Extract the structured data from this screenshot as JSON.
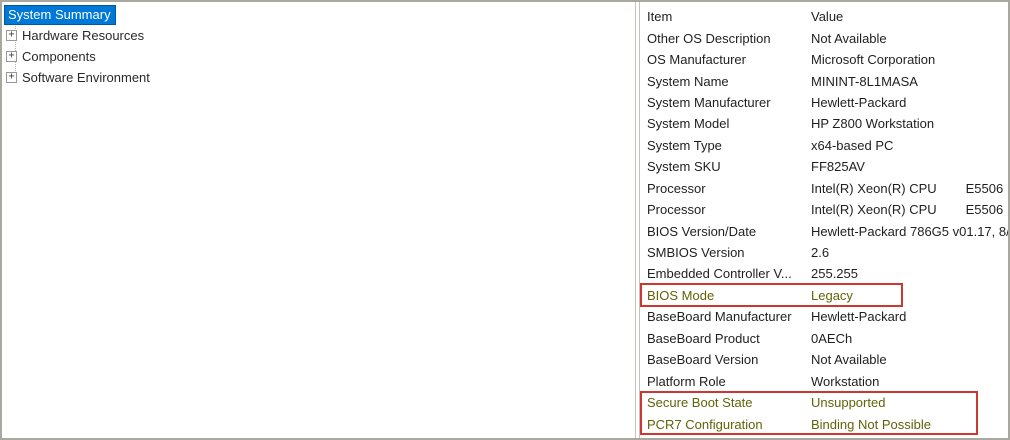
{
  "tree": {
    "expand_glyph": "+",
    "items": [
      {
        "label": "System Summary",
        "selected": true
      },
      {
        "label": "Hardware Resources",
        "selected": false
      },
      {
        "label": "Components",
        "selected": false
      },
      {
        "label": "Software Environment",
        "selected": false
      }
    ]
  },
  "table": {
    "columns": {
      "item": "Item",
      "value": "Value"
    },
    "rows": [
      {
        "item": "Other OS Description",
        "value": "Not Available"
      },
      {
        "item": "OS Manufacturer",
        "value": "Microsoft Corporation"
      },
      {
        "item": "System Name",
        "value": "MININT-8L1MASA"
      },
      {
        "item": "System Manufacturer",
        "value": "Hewlett-Packard"
      },
      {
        "item": "System Model",
        "value": "HP Z800 Workstation"
      },
      {
        "item": "System Type",
        "value": "x64-based PC"
      },
      {
        "item": "System SKU",
        "value": "FF825AV"
      },
      {
        "item": "Processor",
        "value": "Intel(R) Xeon(R) CPU        E5506"
      },
      {
        "item": "Processor",
        "value": "Intel(R) Xeon(R) CPU        E5506"
      },
      {
        "item": "BIOS Version/Date",
        "value": "Hewlett-Packard 786G5 v01.17, 8/"
      },
      {
        "item": "SMBIOS Version",
        "value": "2.6"
      },
      {
        "item": "Embedded Controller V...",
        "value": "255.255"
      },
      {
        "item": "BIOS Mode",
        "value": "Legacy",
        "annotated": true
      },
      {
        "item": "BaseBoard Manufacturer",
        "value": "Hewlett-Packard"
      },
      {
        "item": "BaseBoard Product",
        "value": "0AECh"
      },
      {
        "item": "BaseBoard Version",
        "value": "Not Available"
      },
      {
        "item": "Platform Role",
        "value": "Workstation"
      },
      {
        "item": "Secure Boot State",
        "value": "Unsupported",
        "annotated": true
      },
      {
        "item": "PCR7 Configuration",
        "value": "Binding Not Possible",
        "annotated": true
      }
    ]
  },
  "colors": {
    "selection_background": "#0078d7",
    "annotation_box_red": "#d03630",
    "annotated_text_olive": "#62620a",
    "outer_border_gray": "#a8a8a0"
  }
}
